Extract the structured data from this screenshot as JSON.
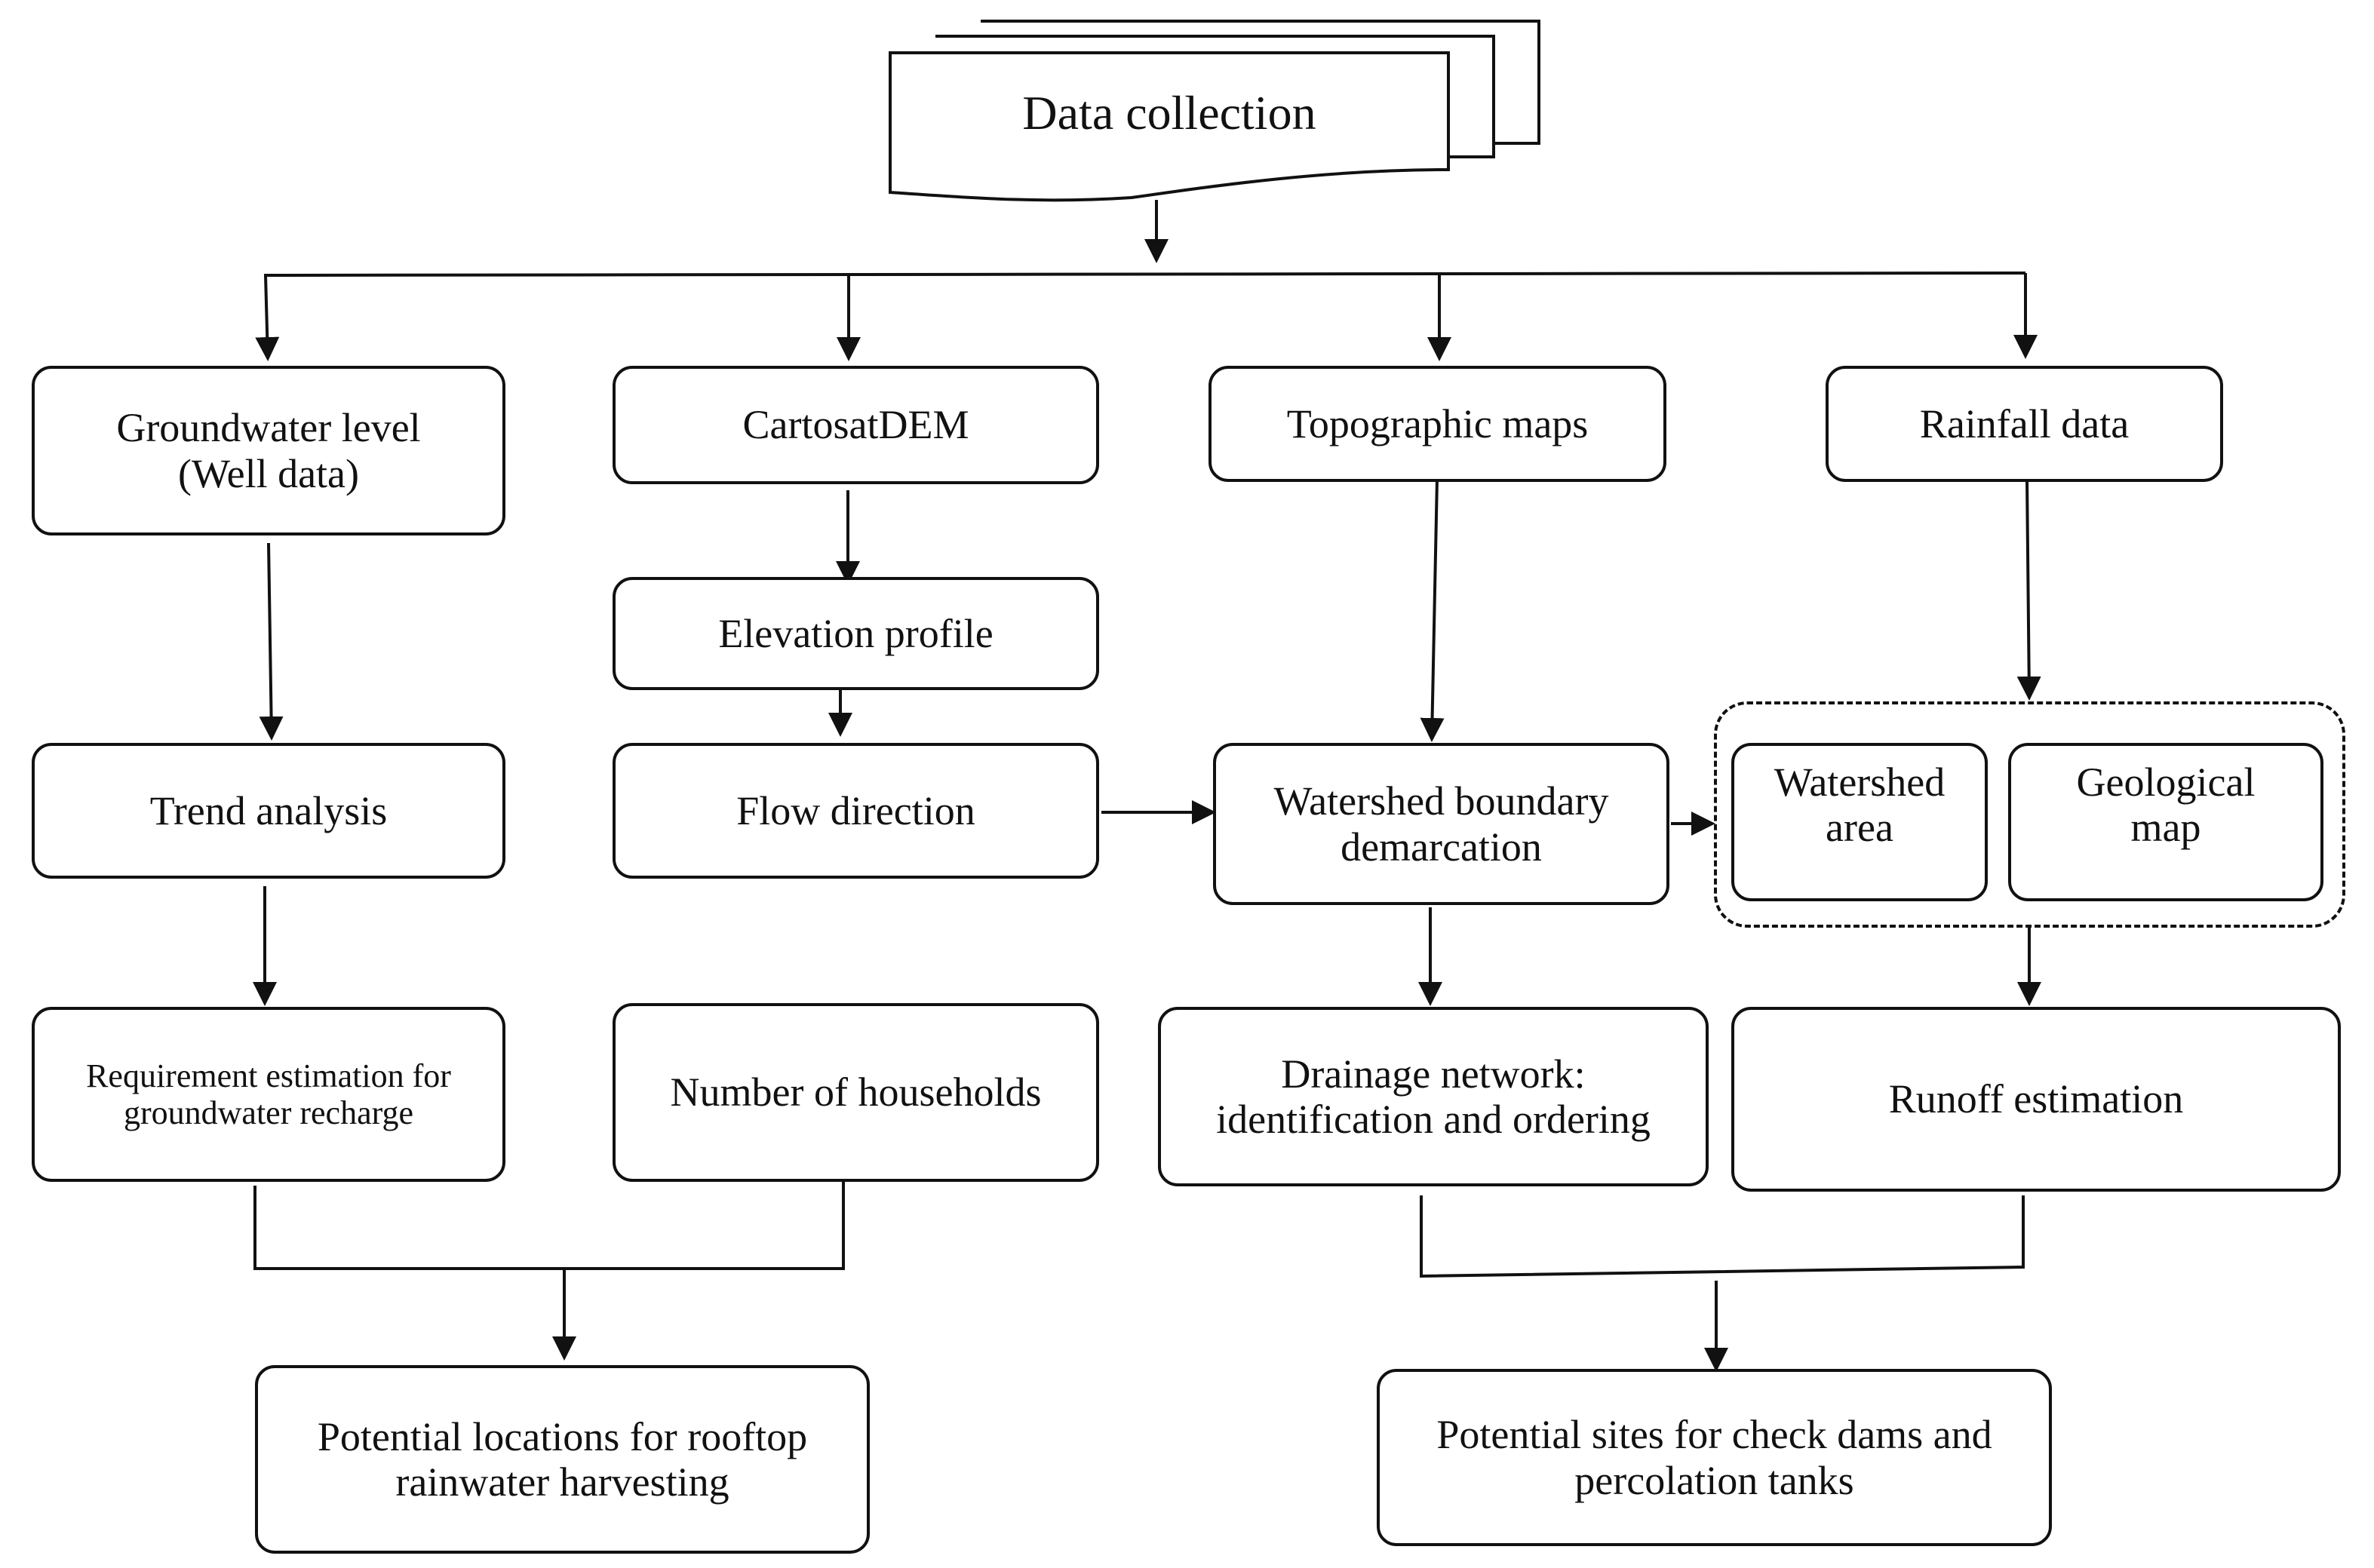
{
  "header": {
    "title": "Data collection"
  },
  "nodes": {
    "groundwater": {
      "line1": "Groundwater level",
      "line2": "(Well data)"
    },
    "cartosat": {
      "label": "CartosatDEM"
    },
    "topographic": {
      "label": "Topographic maps"
    },
    "rainfall": {
      "label": "Rainfall data"
    },
    "elevation": {
      "label": "Elevation profile"
    },
    "trend": {
      "label": "Trend analysis"
    },
    "flow": {
      "label": "Flow direction"
    },
    "watershed_boundary": {
      "line1": "Watershed boundary",
      "line2": "demarcation"
    },
    "watershed_area": {
      "line1": "Watershed",
      "line2": "area"
    },
    "geological": {
      "line1": "Geological",
      "line2": "map"
    },
    "requirement": {
      "line1": "Requirement estimation for",
      "line2": "groundwater recharge"
    },
    "households": {
      "label": "Number of households"
    },
    "drainage": {
      "line1": "Drainage network:",
      "line2": "identification and ordering"
    },
    "runoff": {
      "label": "Runoff estimation"
    },
    "rooftop": {
      "line1": "Potential locations for  rooftop",
      "line2": "rainwater harvesting"
    },
    "checkdams": {
      "line1": "Potential sites for check dams and",
      "line2": "percolation tanks"
    }
  },
  "colors": {
    "stroke": "#111111",
    "background": "#ffffff"
  }
}
